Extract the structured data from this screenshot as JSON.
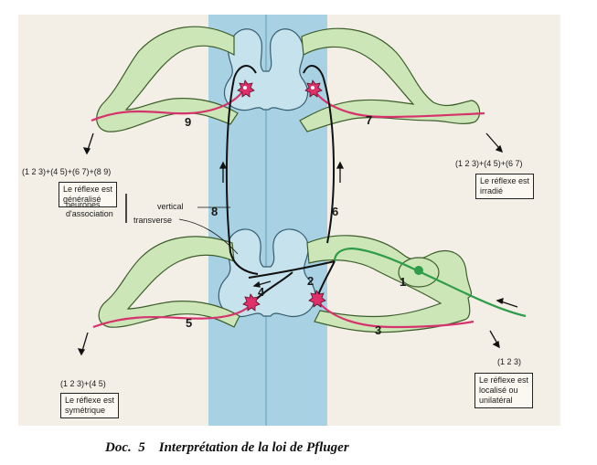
{
  "caption": {
    "doc": "Doc.  5",
    "title": "Interprétation de la loi de Pfluger"
  },
  "neuron_numbers": [
    "1",
    "2",
    "3",
    "4",
    "5",
    "6",
    "7",
    "8",
    "9"
  ],
  "formulas": {
    "top_left": "(1  2  3)+(4  5)+(6  7)+(8  9)",
    "top_right": "(1  2  3)+(4  5)+(6  7)",
    "bottom_left": "(1  2  3)+(4  5)",
    "bottom_right": "(1  2  3)"
  },
  "boxes": {
    "generalise": [
      "Le réflexe est",
      "généralisé"
    ],
    "irradie": [
      "Le réflexe est",
      "irradié"
    ],
    "symetrique": [
      "Le réflexe est",
      "symétrique"
    ],
    "localise": [
      "Le réflexe est",
      "localisé ou",
      "unilatéral"
    ]
  },
  "association": {
    "label_lines": [
      "neurones",
      "d'association"
    ],
    "vertical": "vertical",
    "transverse": "transverse"
  },
  "colors": {
    "cord": "#a8d2e3",
    "grey_matter": "#c6e2ec",
    "nerve": "#cde6b8",
    "motor_fiber": "#d6336c",
    "sensory_fiber": "#2e9c48",
    "association_fiber": "#111111",
    "neuron_body": "#e0306a"
  }
}
